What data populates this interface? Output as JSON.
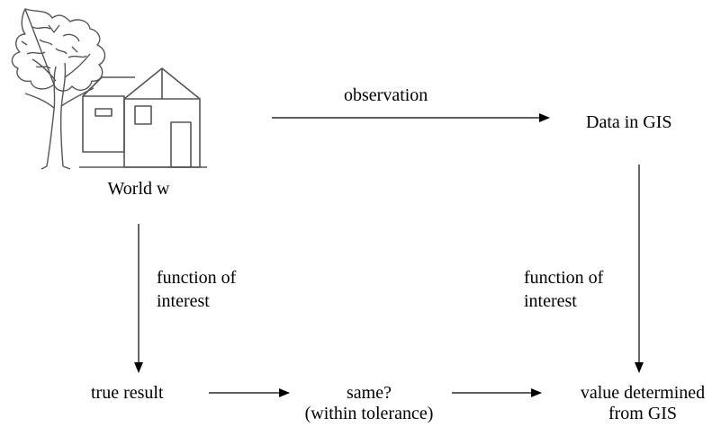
{
  "nodes": {
    "world": "World w",
    "data_in_gis": "Data in GIS",
    "true_result": "true result",
    "same": "same?",
    "same_note": "(within tolerance)",
    "value_determined": "value determined",
    "value_determined_line2": "from GIS"
  },
  "edges": {
    "observation": "observation",
    "left_function_line1": "function of",
    "left_function_line2": "interest",
    "right_function_line1": "function of",
    "right_function_line2": "interest"
  },
  "illustration": {
    "tree_icon": "tree-icon",
    "house_icon": "house-icon"
  },
  "colors": {
    "ink": "#000000",
    "illustration_stroke": "#555555",
    "background": "#ffffff"
  }
}
